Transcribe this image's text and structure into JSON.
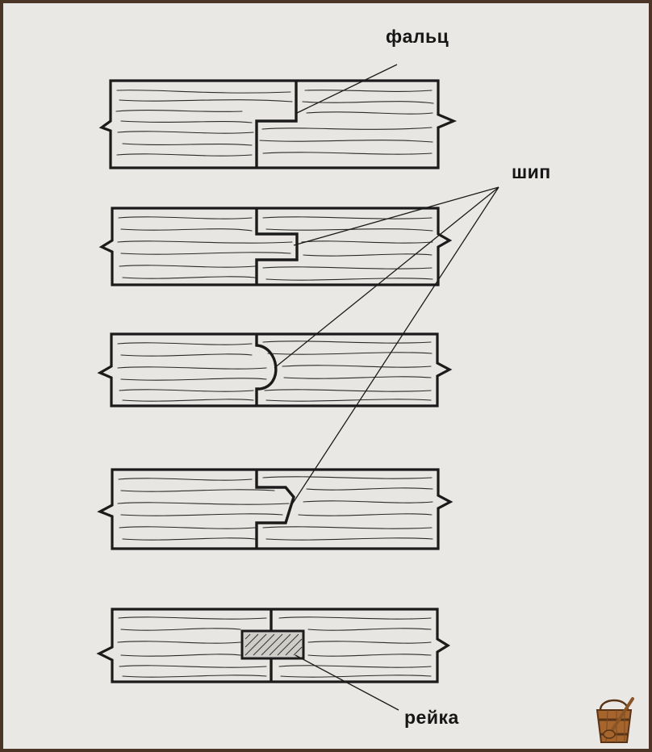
{
  "labels": {
    "falts": "фальц",
    "ship": "шип",
    "reika": "рейка"
  },
  "joints": [
    "rebate",
    "tongue-and-groove",
    "rounded-tongue",
    "trapezoid-tongue",
    "loose-slat"
  ],
  "colors": {
    "paper": "#e9e8e4",
    "ink": "#1b1b1b",
    "frame": "#4a3526"
  },
  "icons": [
    "sauna-bucket-icon"
  ]
}
